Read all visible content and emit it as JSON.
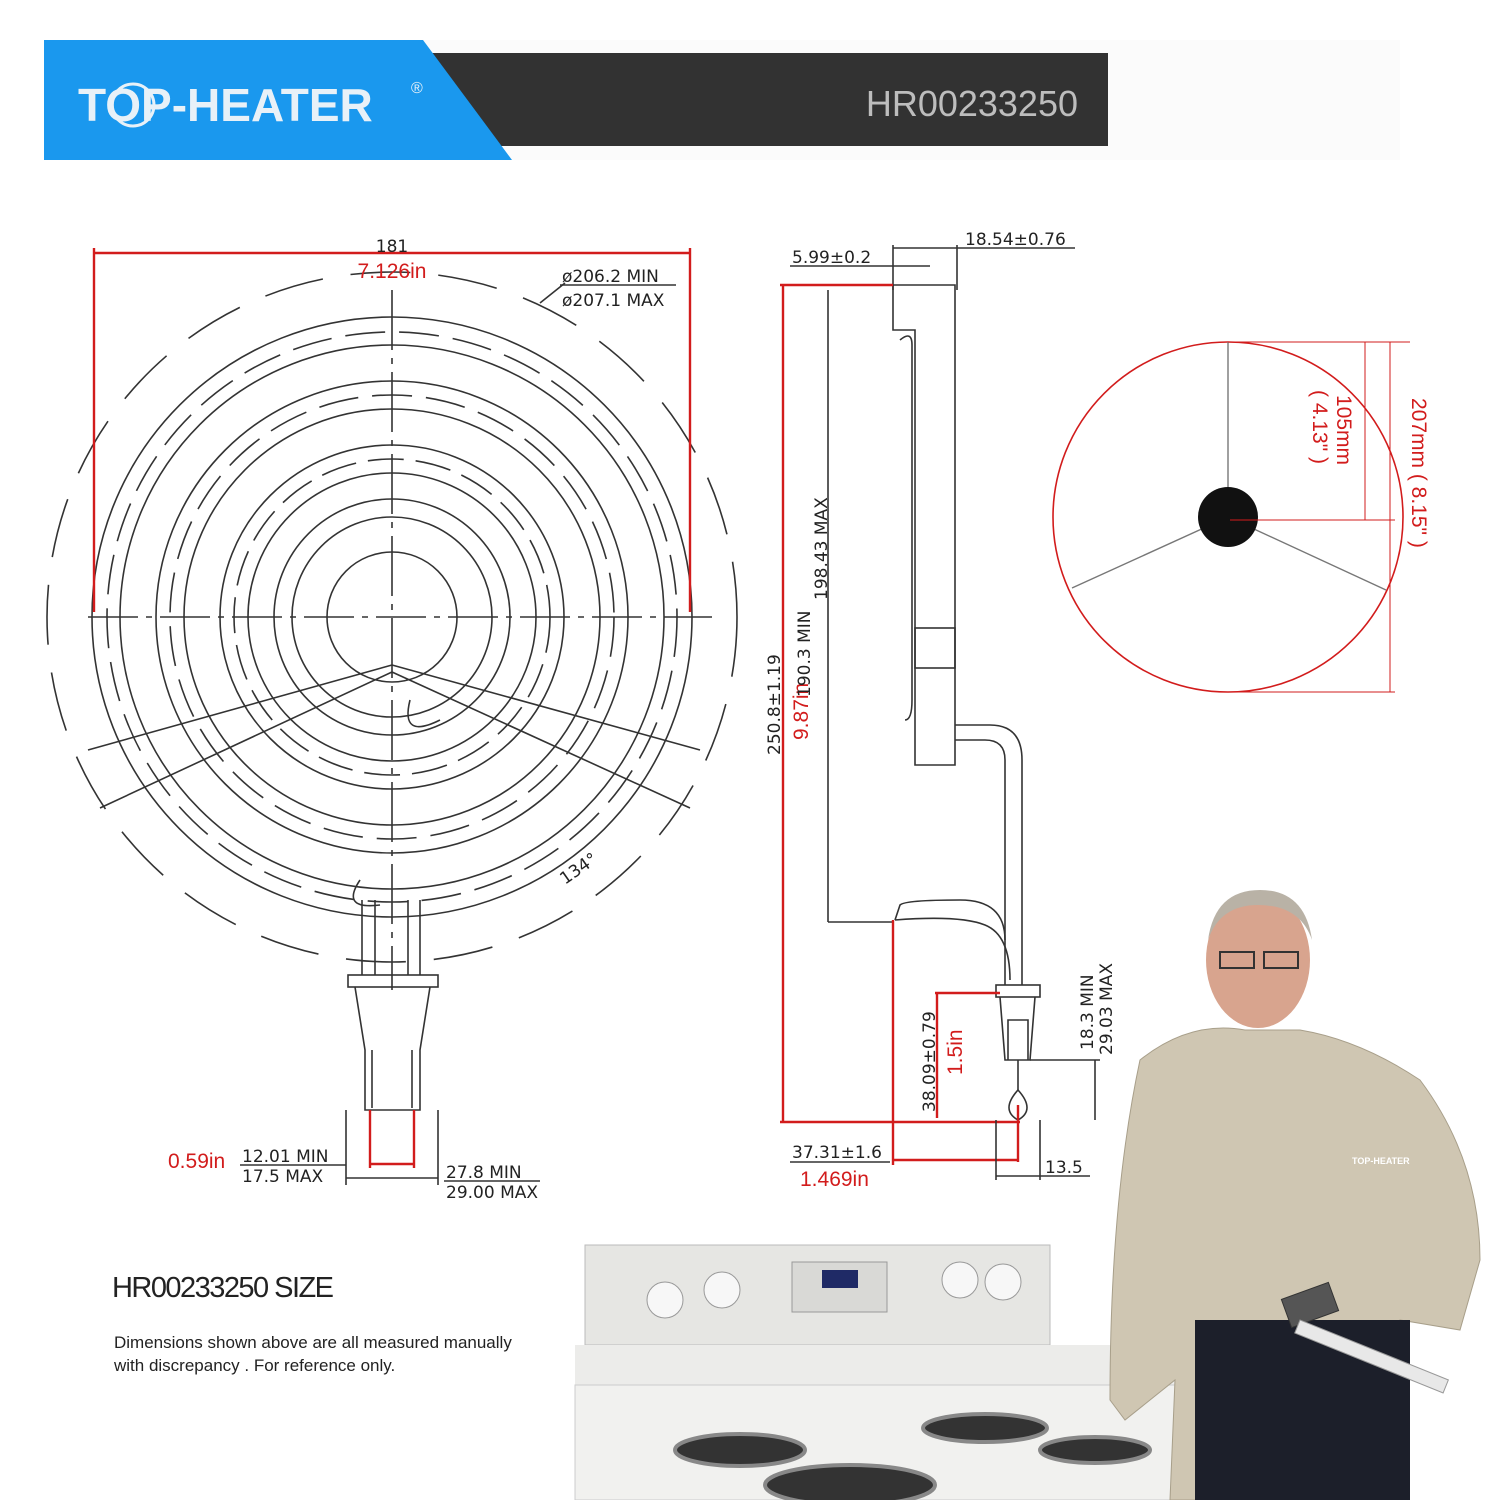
{
  "header": {
    "brand": "TOP-HEATER",
    "registered": "®",
    "model": "HR00233250",
    "brand_color": "#1a98ee",
    "bar_color": "#323232"
  },
  "top_view": {
    "width_mm": "181",
    "width_in": "7.126in",
    "dia_min": "ø206.2  MIN",
    "dia_max": "ø207.1  MAX",
    "angle": "134°",
    "term_in": "0.59in",
    "term_min": "12.01  MIN",
    "term_max": "17.5  MAX",
    "lead_min": "27.8  MIN",
    "lead_max": "29.00  MAX"
  },
  "side_view": {
    "thick_small": "5.99±0.2",
    "thick_total": "18.54±0.76",
    "len_total": "250.8±1.19",
    "len_in": "9.87in",
    "coil_min": "190.3  MIN",
    "coil_max": "198.43  MAX",
    "term_len": "38.09±0.79",
    "term_in": "1.5in",
    "term_h_min": "18.3  MIN",
    "term_h_max": "29.03  MAX",
    "offset": "37.31±1.6",
    "offset_in": "1.469in",
    "width": "13.5"
  },
  "support_view": {
    "radius": "105mm",
    "radius_in": "( 4.13\" )",
    "diameter": "207mm ( 8.15\" )"
  },
  "caption": {
    "title": "HR00233250   SIZE",
    "note_line1": "Dimensions shown above are all measured  manually",
    "note_line2": "with discrepancy .  For reference only."
  },
  "photo": {
    "shirt_logo": "TOP-HEATER"
  }
}
